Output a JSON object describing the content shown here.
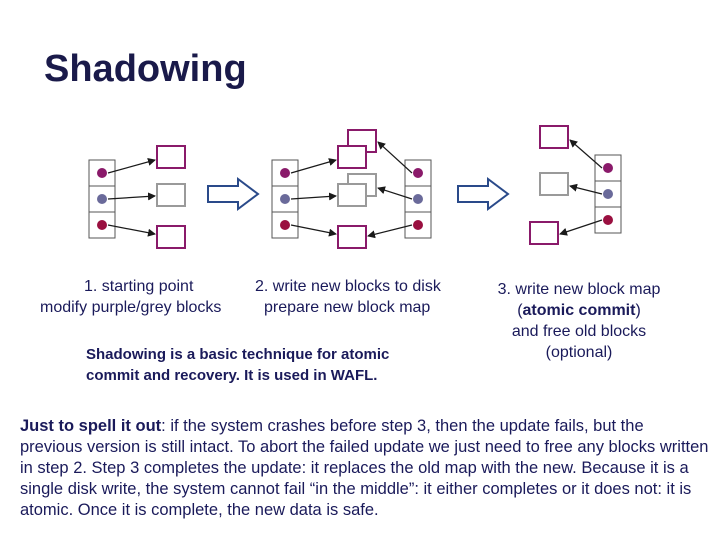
{
  "title": "Shadowing",
  "steps": {
    "step1": {
      "line1": "1. starting point",
      "line2": "modify purple/grey blocks"
    },
    "step2": {
      "line1": "2. write new blocks to disk",
      "line2": "prepare new block map"
    },
    "step3": {
      "line1": "3. write new block map",
      "line2_bold": "atomic commit",
      "line2_open": "(",
      "line2_close": ")",
      "line3": "and free old blocks",
      "line4": "(optional)"
    }
  },
  "summary": {
    "line1": "Shadowing is a basic technique for atomic",
    "line2": "commit and recovery.  It is used in WAFL."
  },
  "explanation": {
    "lead": "Just to spell it out",
    "text": ": if the system crashes before step 3, then the update fails, but the previous version is still intact.  To abort the failed update we just need to free any blocks written in step 2.  Step 3 completes the update: it replaces the old map with the new.  Because it is a single disk write, the system cannot fail “in the middle”: it either completes or it does not: it is atomic.  Once it is complete, the new data is safe."
  },
  "colors": {
    "purple_block": "#8a1a6a",
    "grey_block": "#6a6a9a",
    "red_block": "#9a1040",
    "new_block_border": "#8a1a6a",
    "grey_box_border": "#9a9a9a",
    "arrow_fill": "#ffffff",
    "arrow_stroke": "#2a4a8a"
  }
}
